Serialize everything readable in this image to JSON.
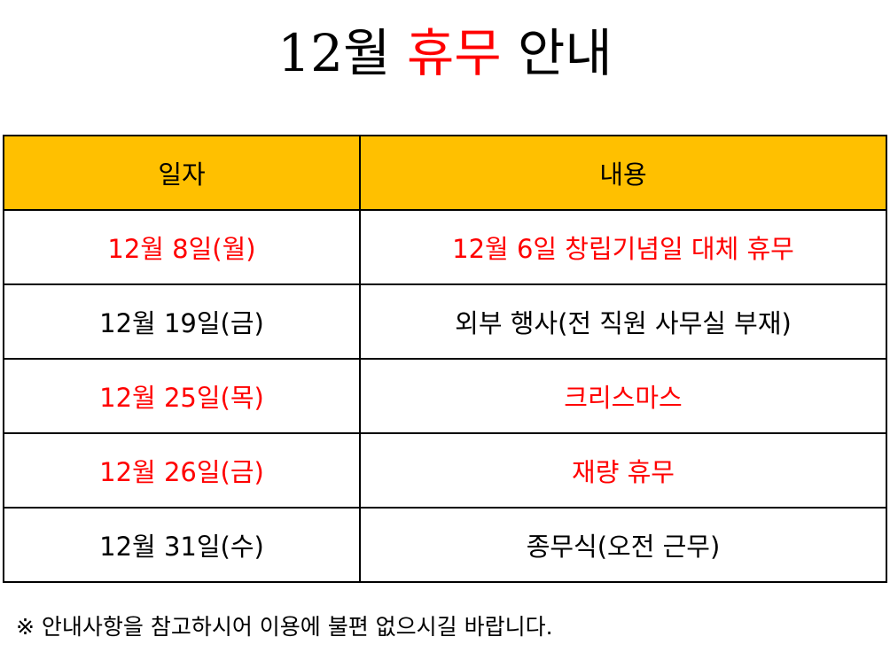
{
  "title": {
    "prefix": "12월 ",
    "highlight": "휴무",
    "suffix": " 안내"
  },
  "table": {
    "headers": [
      "일자",
      "내용"
    ],
    "rows": [
      {
        "date": "12월 8일(월)",
        "content": "12월 6일 창립기념일 대체 휴무",
        "highlight": true
      },
      {
        "date": "12월 19일(금)",
        "content": "외부 행사(전 직원 사무실 부재)",
        "highlight": false
      },
      {
        "date": "12월 25일(목)",
        "content": "크리스마스",
        "highlight": true
      },
      {
        "date": "12월 26일(금)",
        "content": "재량 휴무",
        "highlight": true
      },
      {
        "date": "12월 31일(수)",
        "content": "종무식(오전 근무)",
        "highlight": false
      }
    ]
  },
  "note": "※ 안내사항을 참고하시어 이용에 불편 없으시길 바랍니다.",
  "colors": {
    "header_bg": "#ffc000",
    "highlight_text": "#ff0000"
  }
}
